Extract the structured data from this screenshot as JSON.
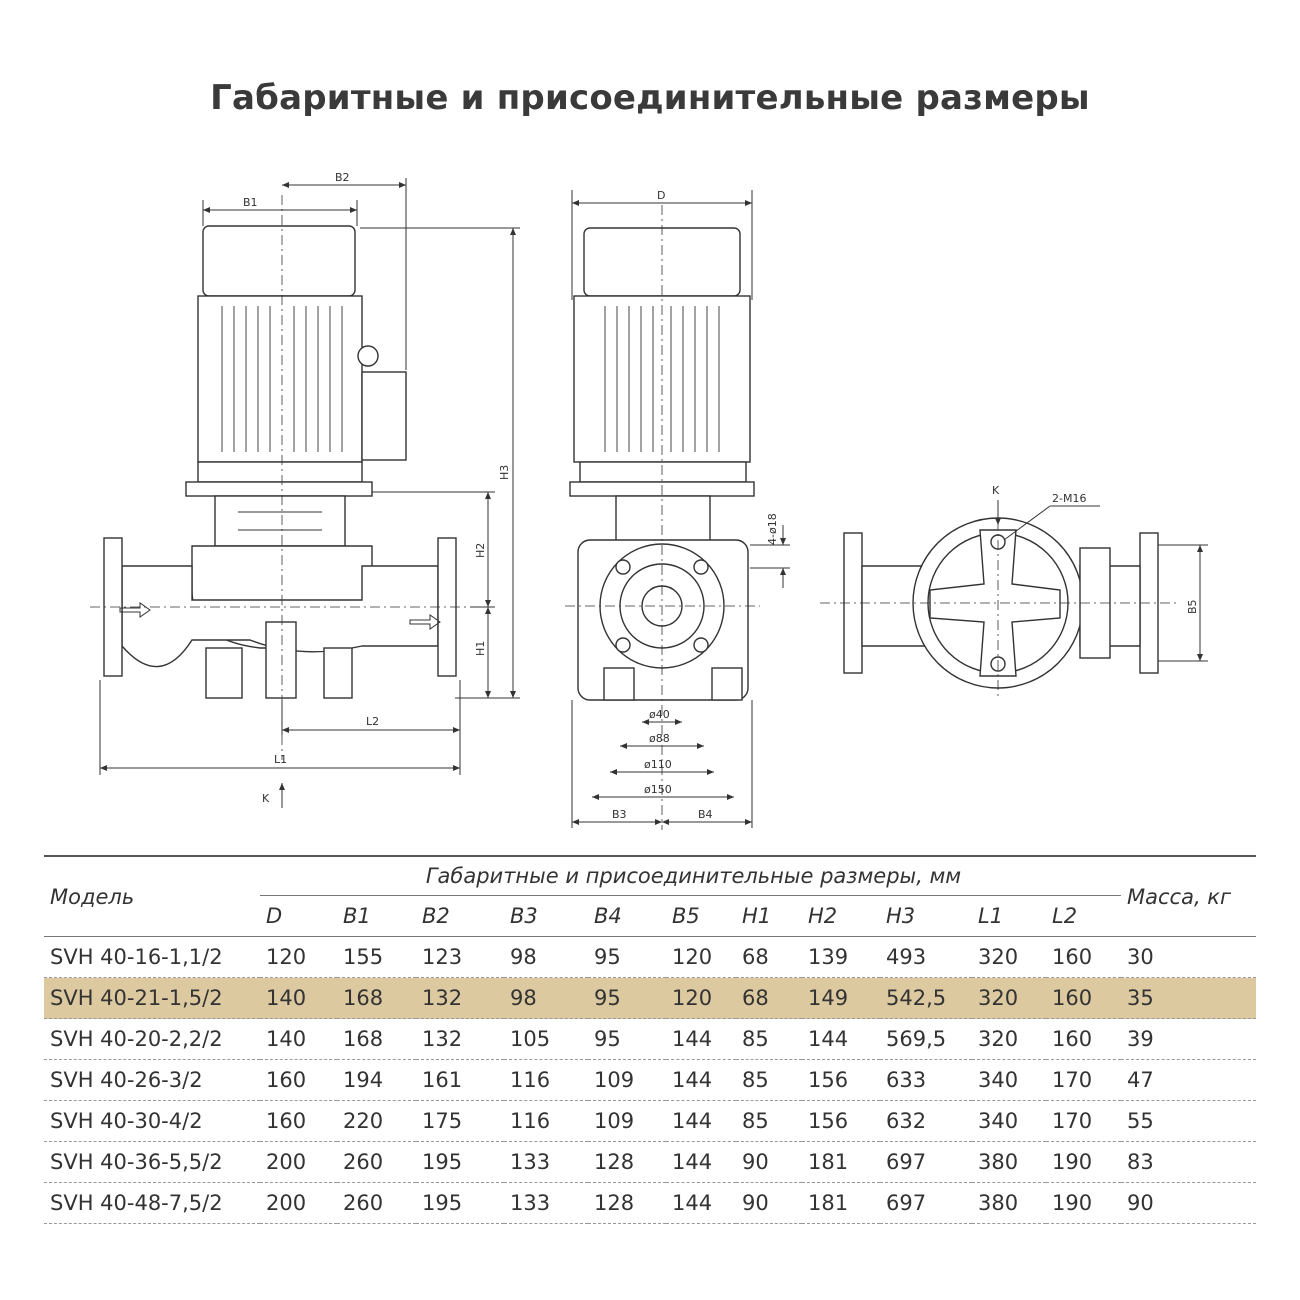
{
  "title": "Габаритные и присоединительные размеры",
  "drawing_labels": {
    "B1": "B1",
    "B2": "B2",
    "H1": "H1",
    "H2": "H2",
    "H3": "H3",
    "L1": "L1",
    "L2": "L2",
    "K": "K",
    "D": "D",
    "B3": "B3",
    "B4": "B4",
    "B5": "B5",
    "holes": "4-ø18",
    "bolts": "2-M16",
    "d40": "ø40",
    "d88": "ø88",
    "d110": "ø110",
    "d150": "ø150"
  },
  "table": {
    "model_header": "Модель",
    "group_header": "Габаритные и присоединительные размеры, мм",
    "mass_header": "Масса, кг",
    "columns": [
      "D",
      "B1",
      "B2",
      "B3",
      "B4",
      "B5",
      "H1",
      "H2",
      "H3",
      "L1",
      "L2"
    ],
    "highlight_color": "#dcc9a0",
    "rows": [
      {
        "model": "SVH 40-16-1,1/2",
        "values": [
          "120",
          "155",
          "123",
          "98",
          "95",
          "120",
          "68",
          "139",
          "493",
          "320",
          "160"
        ],
        "mass": "30",
        "highlight": false
      },
      {
        "model": "SVH 40-21-1,5/2",
        "values": [
          "140",
          "168",
          "132",
          "98",
          "95",
          "120",
          "68",
          "149",
          "542,5",
          "320",
          "160"
        ],
        "mass": "35",
        "highlight": true
      },
      {
        "model": "SVH 40-20-2,2/2",
        "values": [
          "140",
          "168",
          "132",
          "105",
          "95",
          "144",
          "85",
          "144",
          "569,5",
          "320",
          "160"
        ],
        "mass": "39",
        "highlight": false
      },
      {
        "model": "SVH 40-26-3/2",
        "values": [
          "160",
          "194",
          "161",
          "116",
          "109",
          "144",
          "85",
          "156",
          "633",
          "340",
          "170"
        ],
        "mass": "47",
        "highlight": false
      },
      {
        "model": "SVH 40-30-4/2",
        "values": [
          "160",
          "220",
          "175",
          "116",
          "109",
          "144",
          "85",
          "156",
          "632",
          "340",
          "170"
        ],
        "mass": "55",
        "highlight": false
      },
      {
        "model": "SVH 40-36-5,5/2",
        "values": [
          "200",
          "260",
          "195",
          "133",
          "128",
          "144",
          "90",
          "181",
          "697",
          "380",
          "190"
        ],
        "mass": "83",
        "highlight": false
      },
      {
        "model": "SVH 40-48-7,5/2",
        "values": [
          "200",
          "260",
          "195",
          "133",
          "128",
          "144",
          "90",
          "181",
          "697",
          "380",
          "190"
        ],
        "mass": "90",
        "highlight": false
      }
    ]
  }
}
